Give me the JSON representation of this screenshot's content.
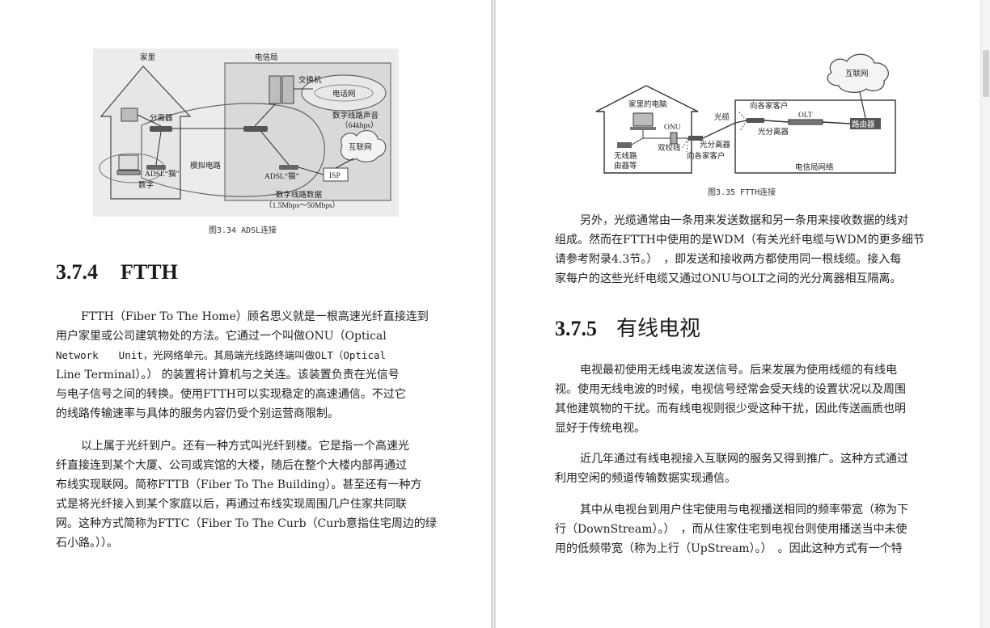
{
  "left_page": {
    "figure": {
      "caption": "图3.34  ADSL连接",
      "labels": {
        "home": "家里",
        "telecom": "电信局",
        "switch": "交换机",
        "phone_network": "电话网",
        "splitter": "分离器",
        "voice": "数字线路声音",
        "voice_rate": "（64kbps）",
        "internet": "互联网",
        "analog": "模拟电路",
        "modem_home": "ADSL“猫”",
        "modem_office": "ADSL“猫”",
        "isp": "ISP",
        "digital": "数字",
        "data": "数字线路数据",
        "data_rate": "（1.5Mbps～50Mbps）"
      }
    },
    "section": {
      "number": "3.7.4",
      "title": "FTTH"
    },
    "paragraphs": [
      [
        "FTTH（Fiber To The Home）顾名思义就是一根高速光纤直接连到",
        "用户家里或公司建筑物处的方法。它通过一个叫做ONU（Optical",
        "Network　　Unit，光网络单元。其局端光线路终端叫做OLT（Optical",
        "Line Terminal）。） 的装置将计算机与之关连。该装置负责在光信号",
        "与电子信号之间的转换。使用FTTH可以实现稳定的高速通信。不过它",
        "的线路传输速率与具体的服务内容仍受个别运营商限制。"
      ],
      [
        "以上属于光纤到户。还有一种方式叫光纤到楼。它是指一个高速光",
        "纤直接连到某个大厦、公司或宾馆的大楼，随后在整个大楼内部再通过",
        "布线实现联网。简称FTTB（Fiber To The Building）。甚至还有一种方",
        "式是将光纤接入到某个家庭以后，再通过布线实现周围几户住家共同联",
        "网。这种方式简称为FTTC（Fiber To The Curb（Curb意指住宅周边的绿",
        "石小路。））。"
      ]
    ]
  },
  "right_page": {
    "figure": {
      "caption": "图3.35  FTTH连接",
      "labels": {
        "home_pc": "家里的电脑",
        "onu": "ONU",
        "cable": "光缆",
        "to_homes": "向各家客户",
        "olt": "OLT",
        "splitter": "光分离器",
        "internet": "互联网",
        "router": "路由器",
        "twisted": "双绞线",
        "wireless_1": "无线路",
        "wireless_2": "由器等",
        "splitter2": "光分离器",
        "to_homes2": "向各家客户",
        "telecom_network": "电信局网络"
      }
    },
    "intro": [
      "另外，光缆通常由一条用来发送数据和另一条用来接收数据的线对",
      "组成。然而在FTTH中使用的是WDM（有关光纤电缆与WDM的更多细节",
      "请参考附录4.3节。）　，即发送和接收两方都使用同一根线缆。接入每",
      "家每户的这些光纤电缆又通过ONU与OLT之间的光分离器相互隔离。"
    ],
    "section": {
      "number": "3.7.5",
      "title": "有线电视"
    },
    "paragraphs": [
      [
        "电视最初使用无线电波发送信号。后来发展为使用线缆的有线电",
        "视。使用无线电波的时候，电视信号经常会受天线的设置状况以及周围",
        "其他建筑物的干扰。而有线电视则很少受这种干扰，因此传送画质也明",
        "显好于传统电视。"
      ],
      [
        "近几年通过有线电视接入互联网的服务又得到推广。这种方式通过",
        "利用空闲的频道传输数据实现通信。"
      ],
      [
        "其中从电视台到用户住宅使用与电视播送相同的频率带宽（称为下",
        "行（DownStream）。）　，而从住家住宅到电视台则使用播送当中未使",
        "用的低频带宽（称为上行（UpStream）。）　。因此这种方式有一个特"
      ]
    ]
  }
}
